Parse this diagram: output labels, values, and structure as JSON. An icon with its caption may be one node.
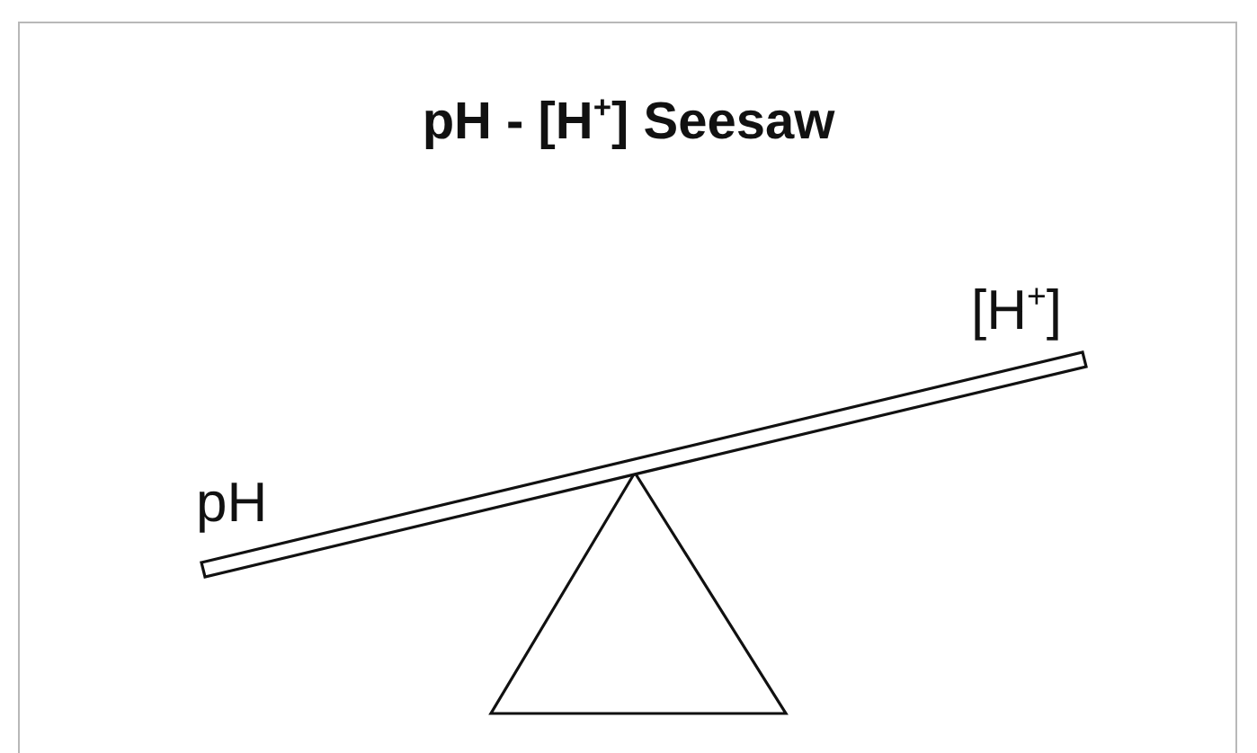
{
  "diagram": {
    "title": "pH - [H$^{+}$] Seesaw",
    "labels": [
      "pH",
      "[H$^{+}$]"
    ]
  }
}
